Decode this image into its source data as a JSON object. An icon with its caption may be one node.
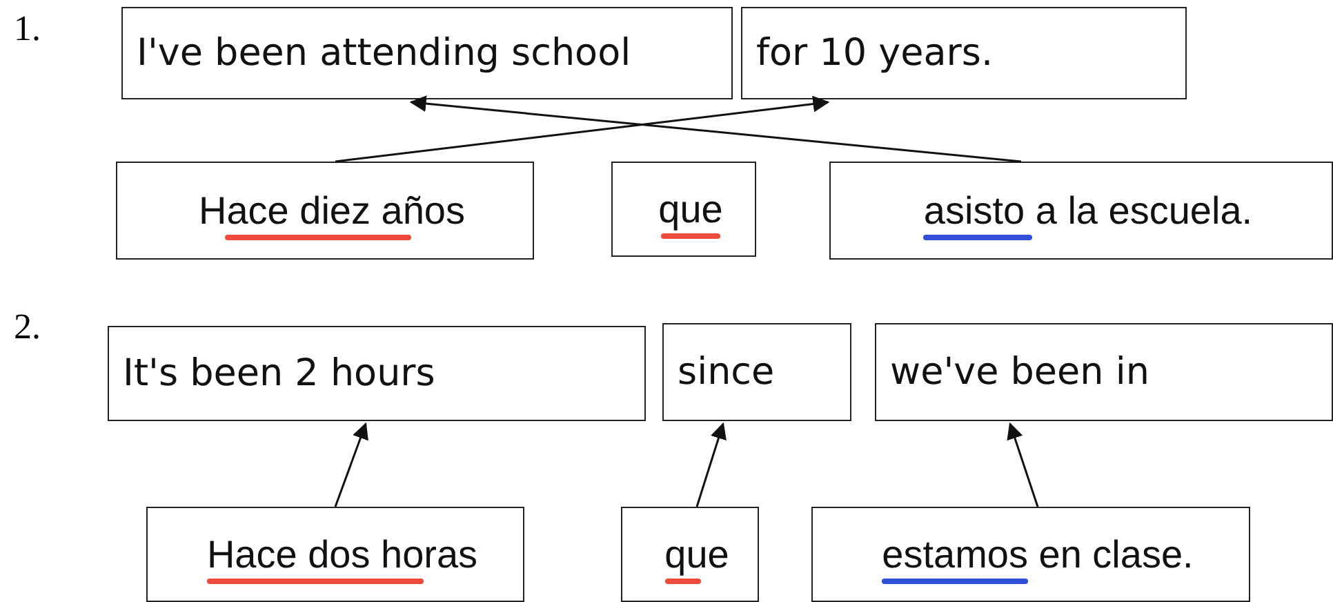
{
  "diagram": {
    "nodes": [
      {
        "text": [
          "I've been attending school"
        ]
      },
      {
        "text": [
          "for 10 years."
        ]
      },
      {
        "text": [
          "Hace diez años"
        ]
      },
      {
        "text": [
          "que"
        ]
      },
      {
        "text": [
          "asisto a la escuela."
        ]
      },
      {
        "text": [
          "It's been 2 hours"
        ]
      },
      {
        "text": [
          "since"
        ]
      },
      {
        "text": [
          "we've been in"
        ]
      },
      {
        "text": [
          "Hace dos horas"
        ]
      },
      {
        "text": [
          "que"
        ]
      },
      {
        "text": [
          "estamos en clase."
        ]
      }
    ],
    "edges": [
      {
        "from": 2,
        "to": 1,
        "arrow": "to"
      },
      {
        "from": 4,
        "to": 0,
        "arrow": "to"
      },
      {
        "from": 8,
        "to": 5,
        "arrow": "to"
      },
      {
        "from": 9,
        "to": 6,
        "arrow": "to"
      },
      {
        "from": 10,
        "to": 7,
        "arrow": "to"
      }
    ],
    "labels": [
      "1.",
      "2."
    ]
  }
}
